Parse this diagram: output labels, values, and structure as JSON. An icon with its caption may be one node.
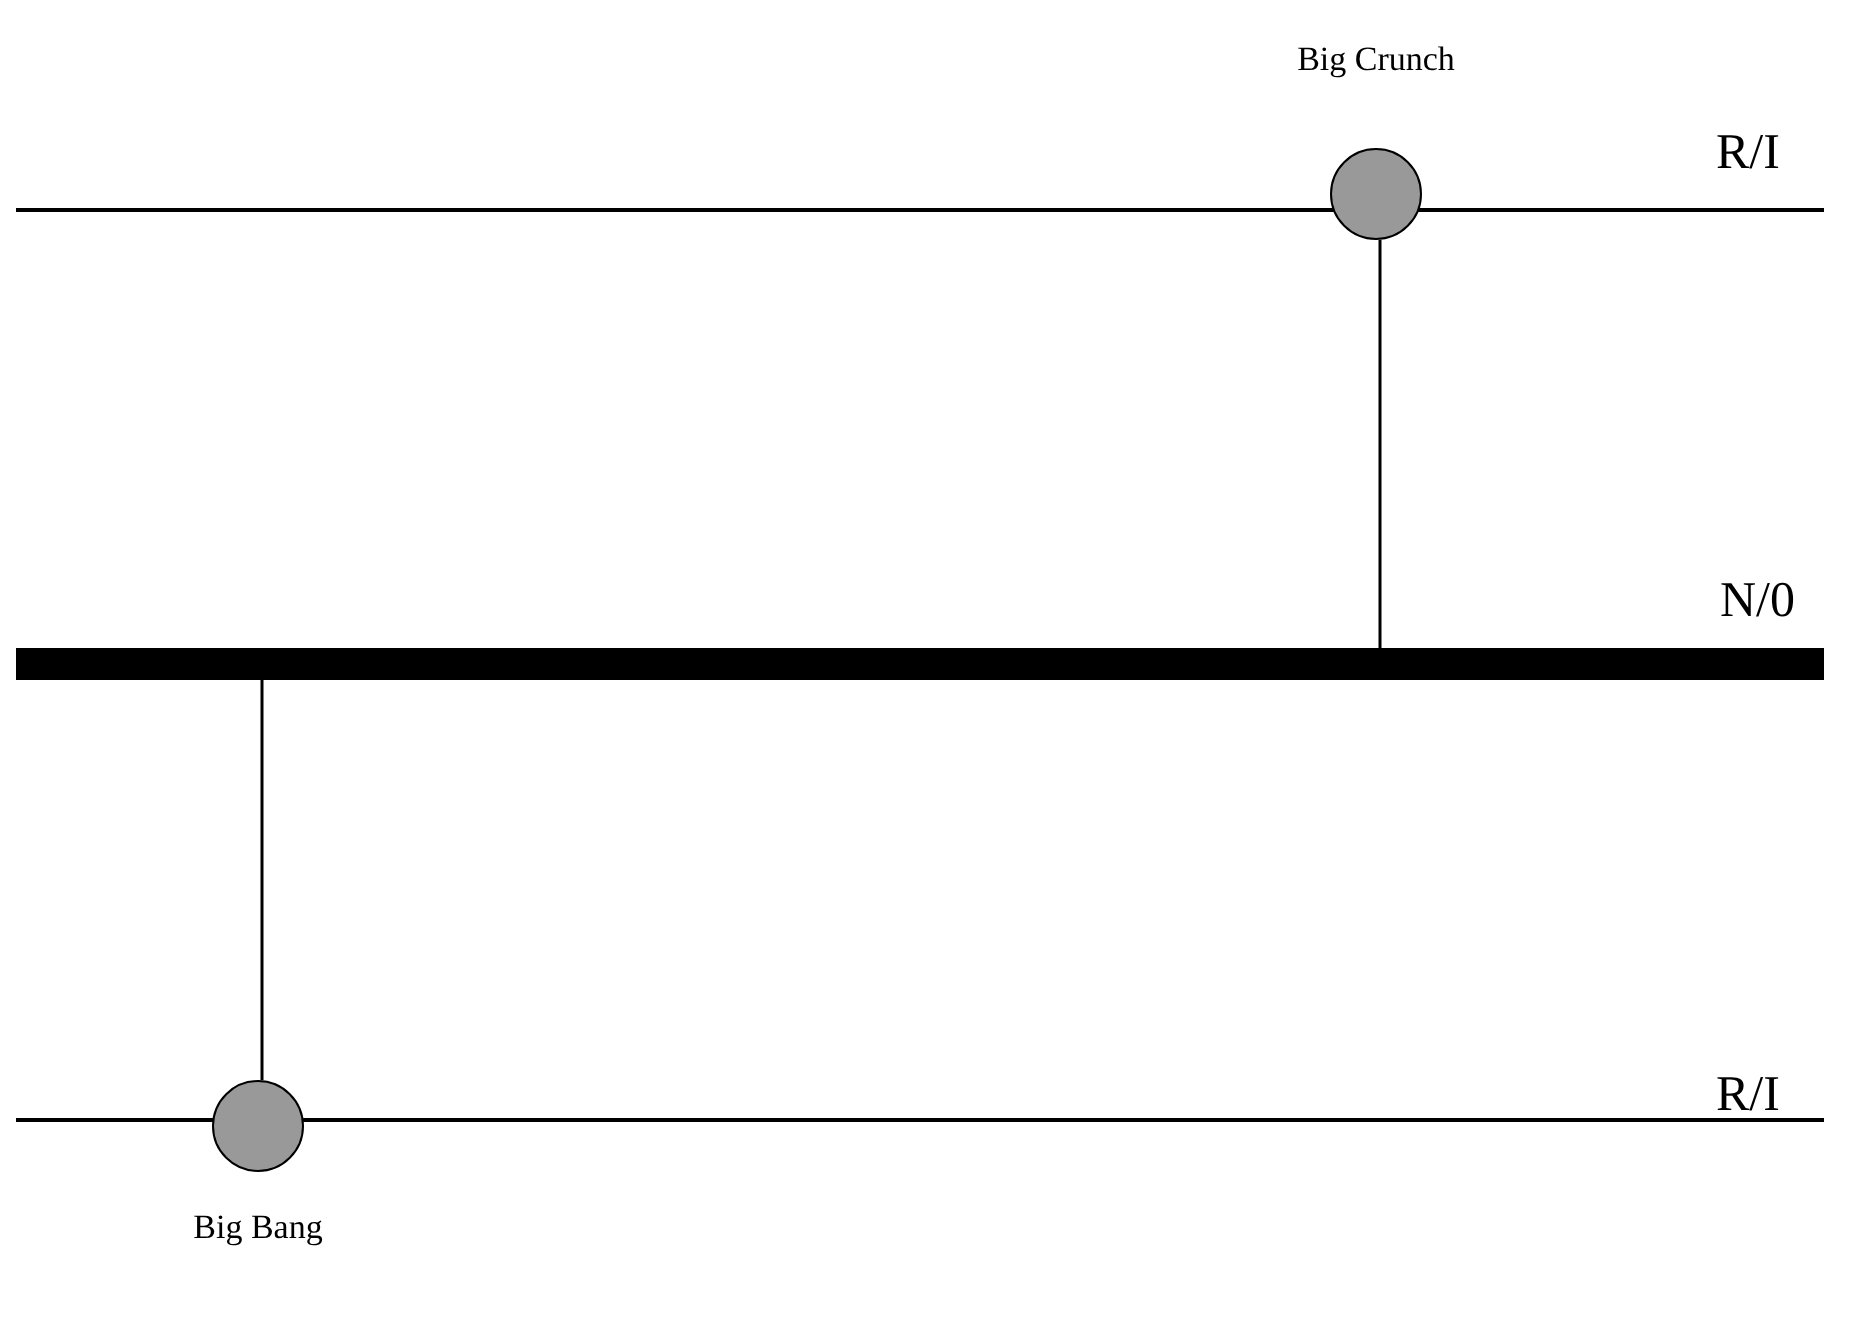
{
  "diagram": {
    "nodes": [
      {
        "text": [],
        "shape": "bar",
        "beside": [
          "R/I"
        ]
      },
      {
        "text": [
          "Big Crunch"
        ]
      },
      {
        "text": [],
        "shape": "bar",
        "beside": [
          "N/0"
        ]
      },
      {
        "text": [],
        "shape": "bar",
        "beside": [
          "R/I"
        ]
      },
      {
        "text": [
          "Big Bang"
        ]
      }
    ],
    "edges": [
      {
        "from": 1,
        "to": 2,
        "arrow": "none"
      },
      {
        "from": 2,
        "to": 4,
        "arrow": "none"
      }
    ]
  }
}
